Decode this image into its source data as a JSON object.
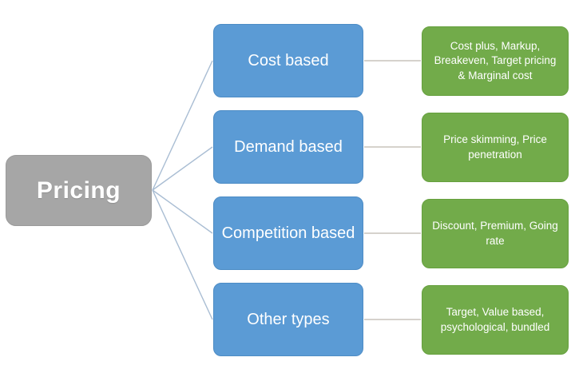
{
  "diagram": {
    "title_hint": "Pricing methods diagram",
    "root": {
      "label": "Pricing"
    },
    "branches": [
      {
        "label": "Cost based",
        "detail": "Cost plus, Markup, Breakeven, Target pricing & Marginal cost"
      },
      {
        "label": "Demand based",
        "detail": "Price skimming, Price penetration"
      },
      {
        "label": "Competition based",
        "detail": "Discount, Premium, Going rate"
      },
      {
        "label": "Other types",
        "detail": "Target, Value based, psychological, bundled"
      }
    ],
    "colors": {
      "root_fill": "#A6A6A6",
      "branch_fill": "#5B9BD5",
      "detail_fill": "#72AB4A",
      "text": "#FFFFFF",
      "fanout_line": "#A9BDD3",
      "link_line": "#C9C4BC",
      "background": "#FFFFFF"
    }
  }
}
